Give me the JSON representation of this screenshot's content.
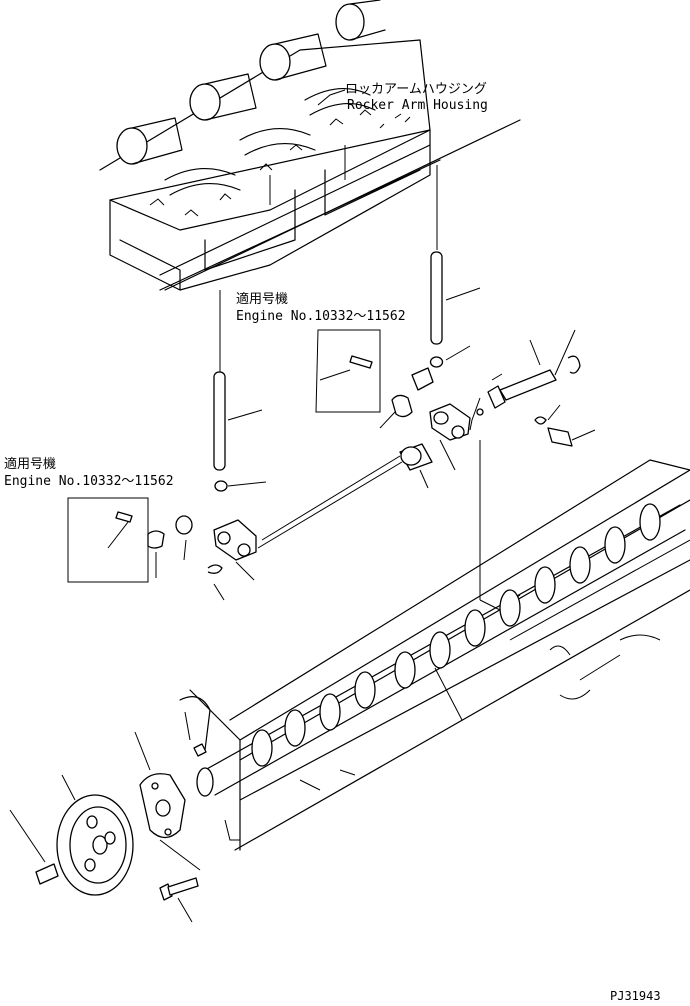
{
  "labels": {
    "rocker_housing_jp": "ロッカアームハウジング",
    "rocker_housing_en": "Rocker Arm Housing",
    "applicable_jp": "適用号機",
    "engine_range": "Engine No.10332～11562",
    "drawing_code": "PJ31943"
  }
}
